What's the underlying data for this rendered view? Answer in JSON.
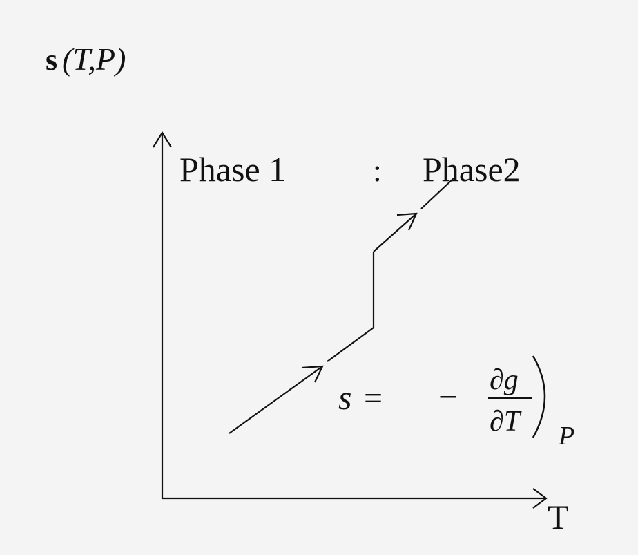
{
  "diagram": {
    "ylabel_symbol": "s",
    "ylabel_args": "(T,P)",
    "xlabel": "T",
    "phase_left": "Phase 1",
    "phase_separator": ":",
    "phase_right": "Phase2",
    "equation": {
      "lhs": "s",
      "equals": "=",
      "minus": "−",
      "numerator": "∂g",
      "denominator": "∂T",
      "subscript": "P"
    },
    "colors": {
      "background": "#f4f4f4",
      "ink": "#111111"
    }
  }
}
